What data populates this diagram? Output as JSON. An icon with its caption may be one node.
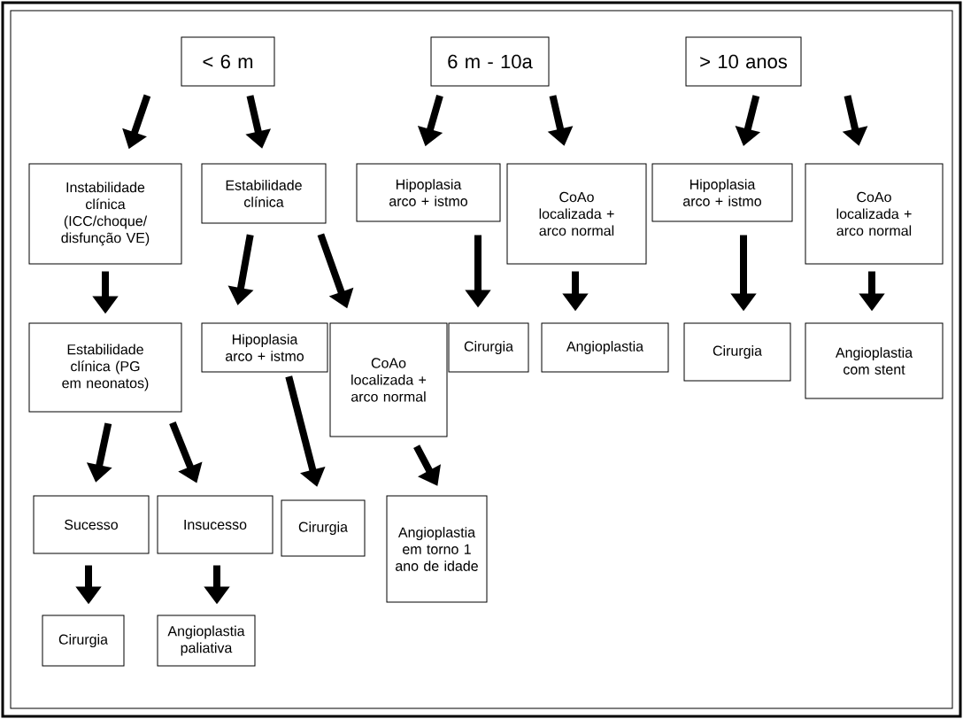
{
  "diagram": {
    "nodes": [
      {
        "text": [
          "< 6 m"
        ]
      },
      {
        "text": [
          "6 m - 10a"
        ]
      },
      {
        "text": [
          "> 10 anos"
        ]
      },
      {
        "text": [
          "Instabilidade clínica (ICC/choque/ disfunção VE)"
        ]
      },
      {
        "text": [
          "Estabilidade clínica"
        ]
      },
      {
        "text": [
          "Hipoplasia arco + istmo"
        ]
      },
      {
        "text": [
          "CoAo localizada + arco normal"
        ]
      },
      {
        "text": [
          "Hipoplasia arco + istmo"
        ]
      },
      {
        "text": [
          "CoAo localizada + arco normal"
        ]
      },
      {
        "text": [
          "Estabilidade clínica (PG em neonatos)"
        ]
      },
      {
        "text": [
          "Hipoplasia arco + istmo"
        ]
      },
      {
        "text": [
          "CoAo localizada + arco normal"
        ]
      },
      {
        "text": [
          "Cirurgia"
        ]
      },
      {
        "text": [
          "Angioplastia"
        ]
      },
      {
        "text": [
          "Cirurgia"
        ]
      },
      {
        "text": [
          "Angioplastia com stent"
        ]
      },
      {
        "text": [
          "Sucesso"
        ]
      },
      {
        "text": [
          "Insucesso"
        ]
      },
      {
        "text": [
          "Cirurgia"
        ]
      },
      {
        "text": [
          "Angioplastia em torno 1 ano de idade"
        ]
      },
      {
        "text": [
          "Cirurgia"
        ]
      },
      {
        "text": [
          "Angioplastia paliativa"
        ]
      }
    ],
    "edges": [
      {
        "from": 0,
        "to": 3,
        "arrow": "to"
      },
      {
        "from": 0,
        "to": 4,
        "arrow": "to"
      },
      {
        "from": 1,
        "to": 5,
        "arrow": "to"
      },
      {
        "from": 1,
        "to": 6,
        "arrow": "to"
      },
      {
        "from": 2,
        "to": 7,
        "arrow": "to"
      },
      {
        "from": 2,
        "to": 8,
        "arrow": "to"
      },
      {
        "from": 3,
        "to": 9,
        "arrow": "to"
      },
      {
        "from": 4,
        "to": 10,
        "arrow": "to"
      },
      {
        "from": 4,
        "to": 11,
        "arrow": "to"
      },
      {
        "from": 5,
        "to": 12,
        "arrow": "to"
      },
      {
        "from": 6,
        "to": 13,
        "arrow": "to"
      },
      {
        "from": 7,
        "to": 14,
        "arrow": "to"
      },
      {
        "from": 8,
        "to": 15,
        "arrow": "to"
      },
      {
        "from": 9,
        "to": 16,
        "arrow": "to"
      },
      {
        "from": 9,
        "to": 17,
        "arrow": "to"
      },
      {
        "from": 10,
        "to": 18,
        "arrow": "to"
      },
      {
        "from": 11,
        "to": 19,
        "arrow": "to"
      },
      {
        "from": 16,
        "to": 20,
        "arrow": "to"
      },
      {
        "from": 17,
        "to": 21,
        "arrow": "to"
      }
    ]
  }
}
